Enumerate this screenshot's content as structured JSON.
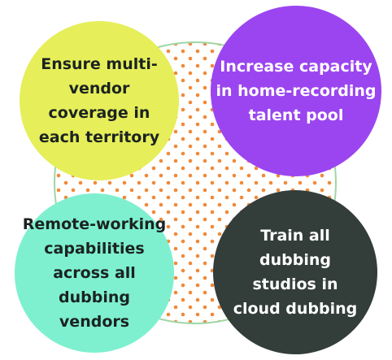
{
  "colors": {
    "background": "#ffffff",
    "ring_stroke": "#9fd6a6",
    "dots": "#ef8a3a",
    "circle_yellow": "#e6ee5a",
    "circle_purple": "#9b45f0",
    "circle_teal": "#7ef0cf",
    "circle_dark": "#333d3a",
    "text_dark": "#1b2321",
    "text_light": "#ffffff"
  },
  "circles": {
    "top_left": {
      "label": "Ensure multi-\nvendor\ncoverage in\neach territory",
      "fill": "circle_yellow"
    },
    "top_right": {
      "label": "Increase capacity\nin home-recording\ntalent pool",
      "fill": "circle_purple"
    },
    "bottom_left": {
      "label": "Remote-working\ncapabilities\nacross all dubbing\nvendors",
      "fill": "circle_teal"
    },
    "bottom_right": {
      "label": "Train all\ndubbing\nstudios in\ncloud dubbing",
      "fill": "circle_dark"
    }
  }
}
